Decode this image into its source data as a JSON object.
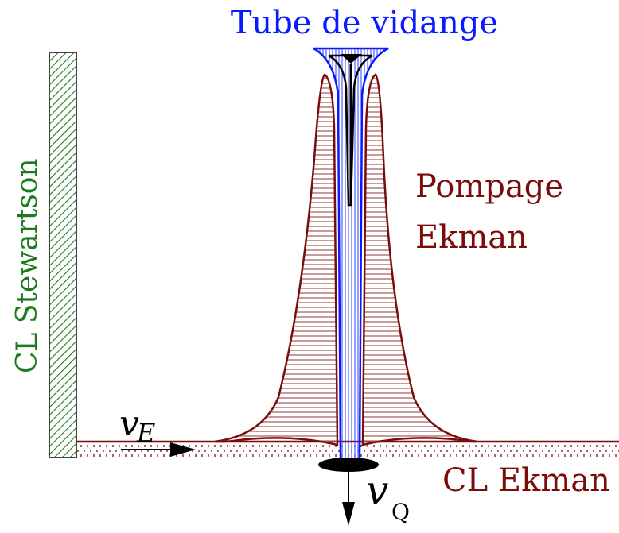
{
  "labels": {
    "top": "Tube de vidange",
    "pumping_line1": "Pompage",
    "pumping_line2": "Ekman",
    "stewartson": "CL Stewartson",
    "ekman_layer": "CL Ekman",
    "vE_symbol": "v",
    "vE_subscript": "E",
    "vQ_symbol": "v",
    "vQ_subscript": "Q"
  },
  "colors": {
    "blue": "#0a1aff",
    "dark_red": "#7a0c0c",
    "green": "#1f7a1f",
    "black": "#000000"
  }
}
